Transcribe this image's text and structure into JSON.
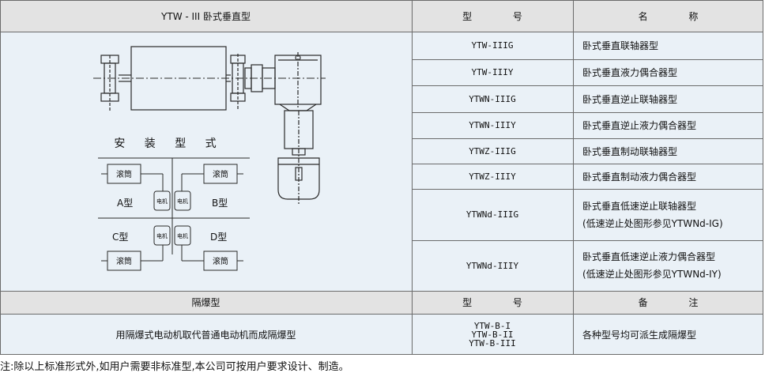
{
  "header": {
    "title": "YTW - III 卧式垂直型",
    "col_model": "型 号",
    "col_name": "名 称"
  },
  "rows": [
    {
      "model": "YTW-IIIG",
      "name": "卧式垂直联轴器型"
    },
    {
      "model": "YTW-IIIY",
      "name": "卧式垂直液力偶合器型"
    },
    {
      "model": "YTWN-IIIG",
      "name": "卧式垂直逆止联轴器型"
    },
    {
      "model": "YTWN-IIIY",
      "name": "卧式垂直逆止液力偶合器型"
    },
    {
      "model": "YTWZ-IIIG",
      "name": "卧式垂直制动联轴器型"
    },
    {
      "model": "YTWZ-IIIY",
      "name": "卧式垂直制动液力偶合器型"
    },
    {
      "model": "YTWNd-IIIG",
      "name": "卧式垂直低速逆止联轴器型",
      "sub": "(低速逆止处图形参见YTWNd-IG)"
    },
    {
      "model": "YTWNd-IIIY",
      "name": "卧式垂直低速逆止液力偶合器型",
      "sub": "(低速逆止处图形参见YTWNd-IY)"
    }
  ],
  "diagram": {
    "install_title": "安 装 型 式",
    "drum_label": "滚筒",
    "motor_label": "电机",
    "type_a": "A型",
    "type_b": "B型",
    "type_c": "C型",
    "type_d": "D型"
  },
  "explosion": {
    "header_title": "隔爆型",
    "header_model": "型 号",
    "header_note": "备 注",
    "description": "用隔爆式电动机取代普通电动机而成隔爆型",
    "models": [
      "YTW-B-I",
      "YTW-B-II",
      "YTW-B-III"
    ],
    "note": "各种型号均可派生成隔爆型"
  },
  "footnote": "注:除以上标准形式外,如用户需要非标准型,本公司可按用户要求设计、制造。"
}
